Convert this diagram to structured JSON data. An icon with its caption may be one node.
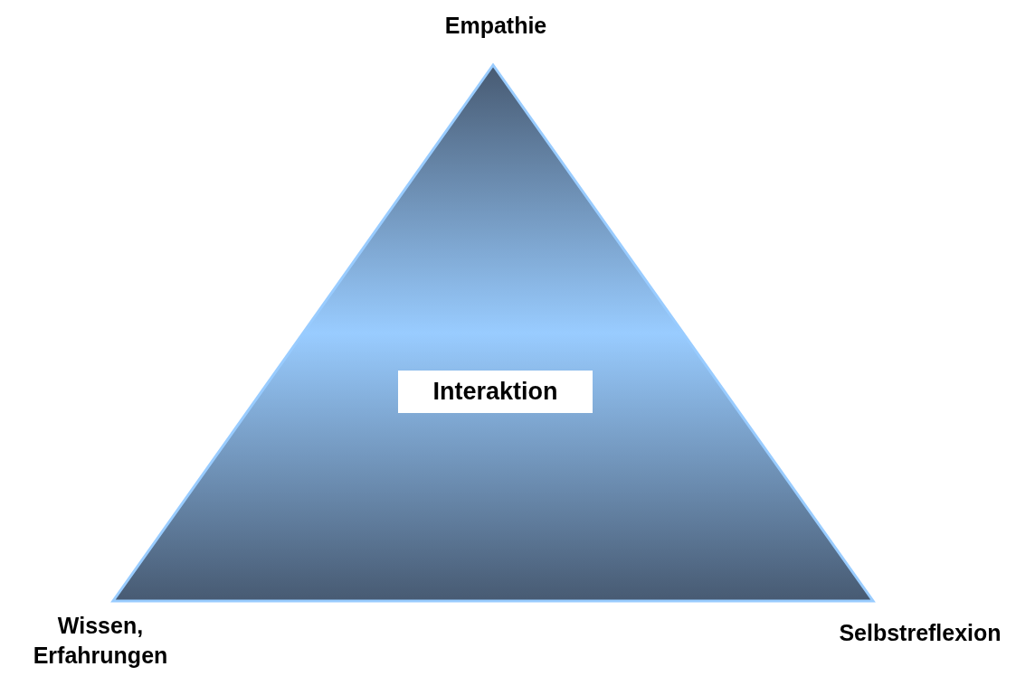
{
  "diagram": {
    "nodes": [
      {
        "text": [],
        "shape": "triangle"
      },
      {
        "text": [
          "Interaktion"
        ],
        "in": 0
      }
    ],
    "labels": [
      "Empathie",
      "Wissen, Erfahrungen",
      "Selbstreflexion"
    ]
  }
}
